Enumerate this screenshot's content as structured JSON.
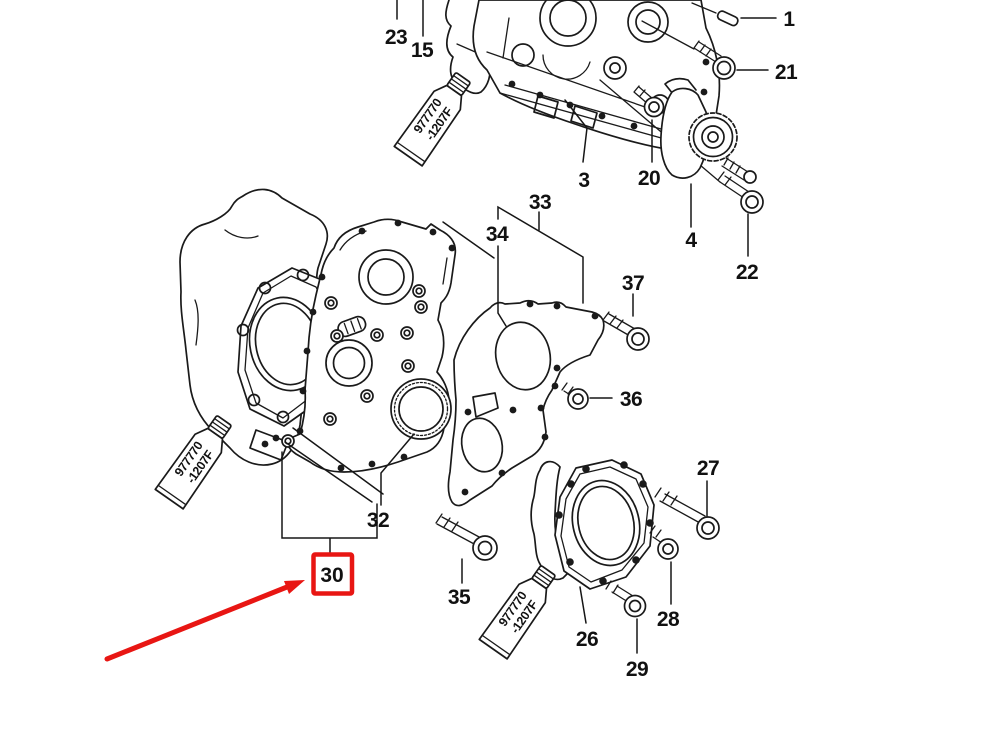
{
  "diagram": {
    "type": "exploded-parts-diagram",
    "colors": {
      "line": "#1a1a1a",
      "background": "#ffffff",
      "highlight": "#e81613"
    },
    "callouts": {
      "n1": "1",
      "n3": "3",
      "n4": "4",
      "n15": "15",
      "n20": "20",
      "n21": "21",
      "n22": "22",
      "n23": "23",
      "n26": "26",
      "n27": "27",
      "n28": "28",
      "n29": "29",
      "n30": "30",
      "n32": "32",
      "n33": "33",
      "n34": "34",
      "n35": "35",
      "n36": "36",
      "n37": "37"
    },
    "highlighted_part": {
      "number": "30",
      "marker": "red-box-with-red-arrow"
    },
    "sealant_tube": {
      "line1": "977770",
      "line2": "-1207F"
    }
  }
}
